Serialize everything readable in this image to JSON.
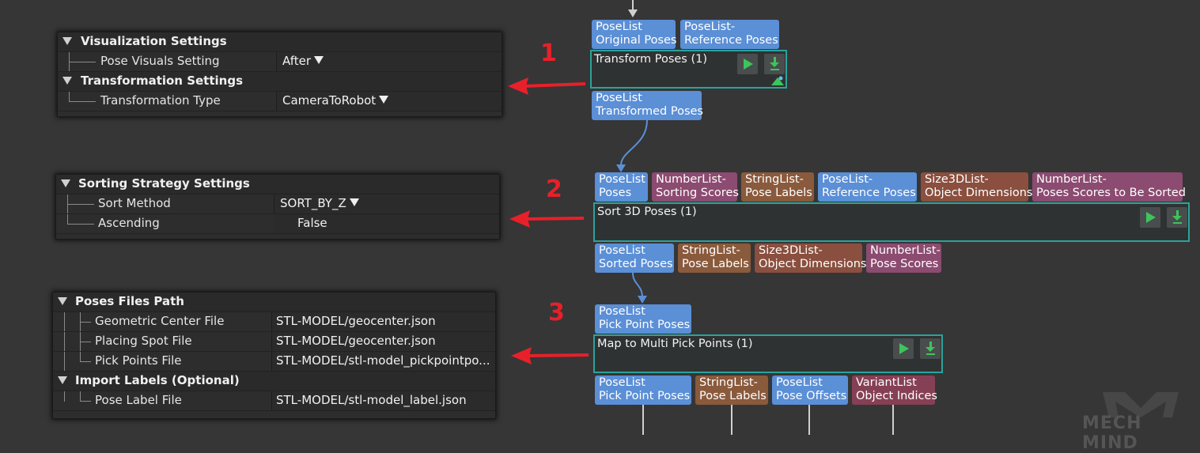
{
  "annotations": {
    "n1": "1",
    "n2": "2",
    "n3": "3"
  },
  "panel1": {
    "section1": "Visualization Settings",
    "row1_key": "Pose Visuals Setting",
    "row1_val": "After",
    "section2": "Transformation Settings",
    "row2_key": "Transformation Type",
    "row2_val": "CameraToRobot"
  },
  "panel2": {
    "section1": "Sorting Strategy Settings",
    "row1_key": "Sort Method",
    "row1_val": "SORT_BY_Z",
    "row2_key": "Ascending",
    "row2_val": "False"
  },
  "panel3": {
    "section1": "Poses Files Path",
    "row1_key": "Geometric Center File",
    "row1_val": "STL-MODEL/geocenter.json",
    "row2_key": "Placing Spot File",
    "row2_val": "STL-MODEL/geocenter.json",
    "row3_key": "Pick Points File",
    "row3_val": "STL-MODEL/stl-model_pickpointpo...",
    "section2": "Import Labels (Optional)",
    "row4_key": "Pose Label File",
    "row4_val": "STL-MODEL/stl-model_label.json"
  },
  "node1": {
    "title": "Transform Poses (1)",
    "inputs": [
      {
        "type": "PoseList",
        "name": "Original Poses"
      },
      {
        "type": "PoseList-",
        "name": "Reference Poses"
      }
    ],
    "outputs": [
      {
        "type": "PoseList",
        "name": "Transformed Poses"
      }
    ]
  },
  "node2": {
    "title": "Sort 3D Poses (1)",
    "inputs": [
      {
        "type": "PoseList",
        "name": "Poses"
      },
      {
        "type": "NumberList-",
        "name": "Sorting Scores"
      },
      {
        "type": "StringList-",
        "name": "Pose Labels"
      },
      {
        "type": "PoseList-",
        "name": "Reference Poses"
      },
      {
        "type": "Size3DList-",
        "name": "Object Dimensions"
      },
      {
        "type": "NumberList-",
        "name": "Poses Scores to Be Sorted"
      }
    ],
    "outputs": [
      {
        "type": "PoseList",
        "name": "Sorted Poses"
      },
      {
        "type": "StringList-",
        "name": "Pose Labels"
      },
      {
        "type": "Size3DList-",
        "name": "Object Dimensions"
      },
      {
        "type": "NumberList-",
        "name": "Pose Scores"
      }
    ]
  },
  "node3": {
    "title": "Map to Multi Pick Points (1)",
    "inputs": [
      {
        "type": "PoseList",
        "name": "Pick Point Poses"
      }
    ],
    "outputs": [
      {
        "type": "PoseList",
        "name": "Pick Point Poses"
      },
      {
        "type": "StringList-",
        "name": "Pose Labels"
      },
      {
        "type": "PoseList",
        "name": "Pose Offsets"
      },
      {
        "type": "VariantList",
        "name": "Object Indices"
      }
    ]
  },
  "watermark": "MECH MIND",
  "colors": {
    "background": "#363636",
    "pose_port": "#5b8fd6",
    "number_port": "#8c4b70",
    "string_port": "#8a5a3c",
    "size_port": "#8a4f3e",
    "variant_port": "#864055",
    "node_border": "#2aa39b",
    "run_icon": "#3cc55b",
    "annotation": "#e8202a",
    "connection": "#5b8fd6"
  },
  "icons": [
    "play-icon",
    "download-icon",
    "status-icon"
  ]
}
